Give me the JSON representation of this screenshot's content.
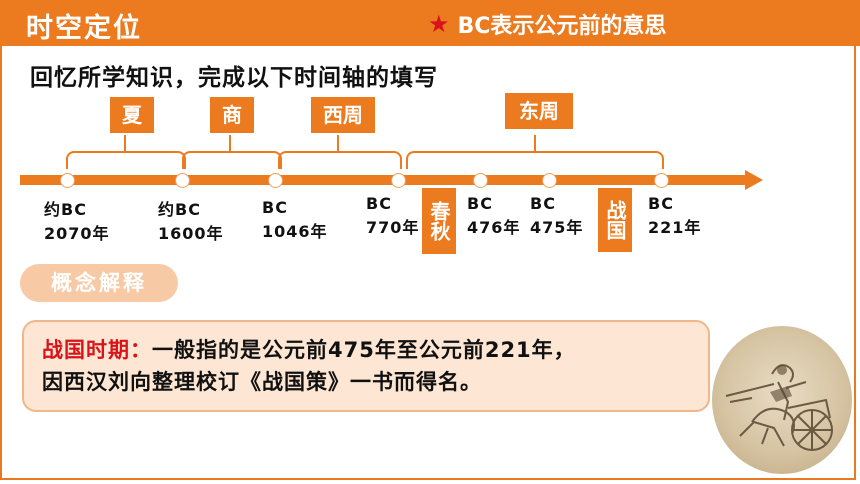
{
  "header": {
    "title": "时空定位",
    "note_star": "★",
    "note": "BC表示公元前的意思"
  },
  "instruction": "回忆所学知识，完成以下时间轴的填写",
  "dynasties": {
    "xia": "夏",
    "shang": "商",
    "xizhou": "西周",
    "dongzhou": "东周",
    "chunqiu": "春秋",
    "zhanguo": "战国"
  },
  "dates": {
    "d1_line1": "约BC",
    "d1_line2": "2070年",
    "d2_line1": "约BC",
    "d2_line2": "1600年",
    "d3_line1": "BC",
    "d3_line2": "1046年",
    "d4_line1": "BC",
    "d4_line2": "770年",
    "d5_line1": "BC",
    "d5_line2": "476年",
    "d6_line1": "BC",
    "d6_line2": "475年",
    "d7_line1": "BC",
    "d7_line2": "221年"
  },
  "concept": {
    "pill_label": "概念解释",
    "term": "战国时期：",
    "text_line1": "一般指的是公元前475年至公元前221年，",
    "text_line2": "因西汉刘向整理校订《战国策》一书而得名。"
  },
  "colors": {
    "accent": "#ec7a1e",
    "highlight": "#d7141a",
    "card_bg": "#fde6d3"
  }
}
